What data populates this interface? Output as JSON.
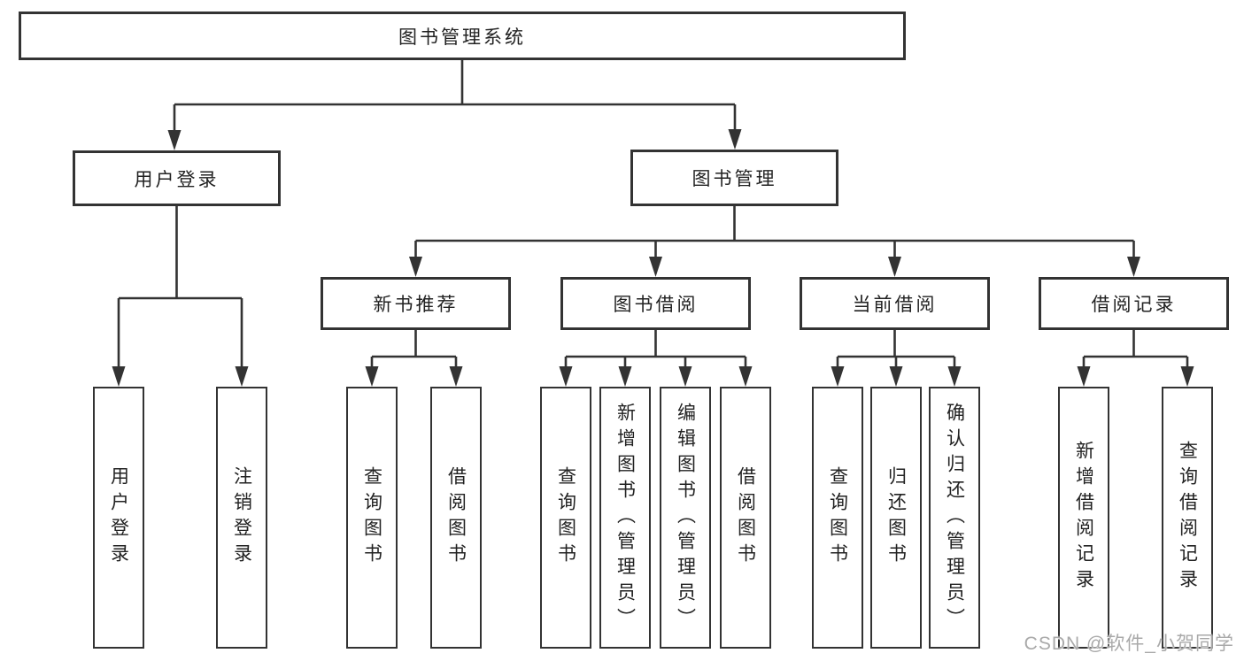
{
  "colors": {
    "line": "#333333",
    "text": "#222222",
    "background": "#ffffff",
    "watermark": "#a9a9a9"
  },
  "watermark": {
    "text": "CSDN @软件_小贺同学"
  },
  "tree": {
    "root": {
      "label": "图书管理系统"
    },
    "login": {
      "label": "用户登录",
      "children": [
        "用户登录",
        "注销登录"
      ]
    },
    "management": {
      "label": "图书管理"
    },
    "branches": [
      {
        "label": "新书推荐",
        "children": [
          "查询图书",
          "借阅图书"
        ]
      },
      {
        "label": "图书借阅",
        "children": [
          "查询图书",
          "新增图书（管理员）",
          "编辑图书（管理员）",
          "借阅图书"
        ]
      },
      {
        "label": "当前借阅",
        "children": [
          "查询图书",
          "归还图书",
          "确认归还（管理员）"
        ]
      },
      {
        "label": "借阅记录",
        "children": [
          "新增借阅记录",
          "查询借阅记录"
        ]
      }
    ]
  }
}
